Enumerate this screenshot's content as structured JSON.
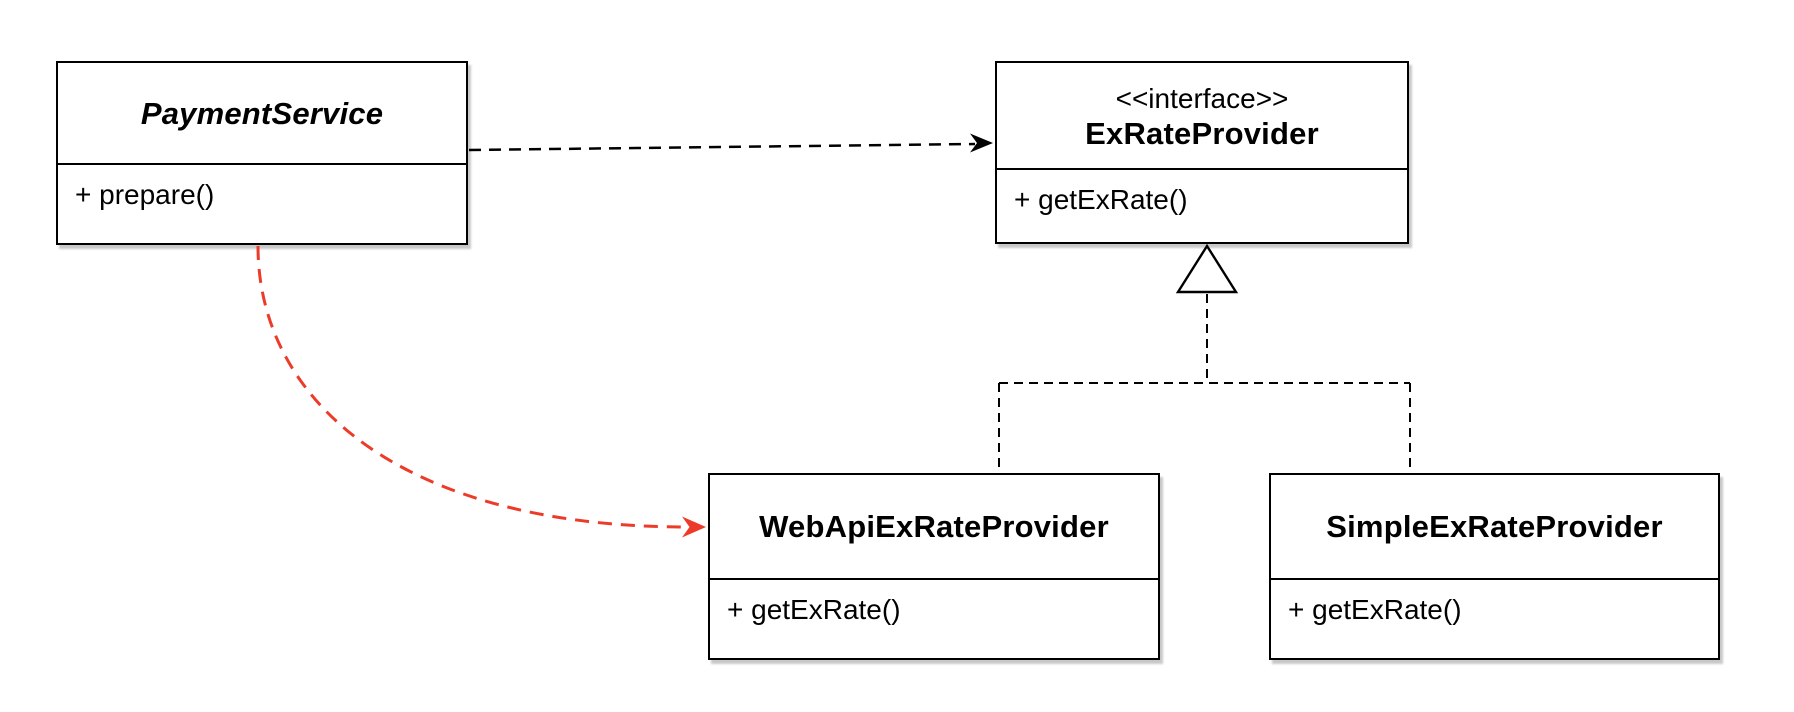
{
  "classes": {
    "payment_service": {
      "name": "PaymentService",
      "abstract": true,
      "methods": [
        "+ prepare()"
      ]
    },
    "ex_rate_provider": {
      "stereotype": "<<interface>>",
      "name": "ExRateProvider",
      "methods": [
        "+ getExRate()"
      ]
    },
    "web_api_ex_rate_provider": {
      "name": "WebApiExRateProvider",
      "methods": [
        "+ getExRate()"
      ]
    },
    "simple_ex_rate_provider": {
      "name": "SimpleExRateProvider",
      "methods": [
        "+ getExRate()"
      ]
    }
  },
  "relationships": [
    {
      "type": "dependency",
      "from": "PaymentService",
      "to": "ExRateProvider",
      "style": "dashed-arrow"
    },
    {
      "type": "dependency",
      "from": "PaymentService",
      "to": "WebApiExRateProvider",
      "style": "dashed-curved-arrow-highlighted"
    },
    {
      "type": "realization",
      "from": "WebApiExRateProvider",
      "to": "ExRateProvider",
      "style": "dashed-hollow-triangle"
    },
    {
      "type": "realization",
      "from": "SimpleExRateProvider",
      "to": "ExRateProvider",
      "style": "dashed-hollow-triangle"
    }
  ],
  "colors": {
    "line": "#000000",
    "highlight": "#ed3b2a",
    "box_border": "#000000",
    "box_fill": "#ffffff",
    "background": "#ffffff",
    "text": "#000000"
  }
}
